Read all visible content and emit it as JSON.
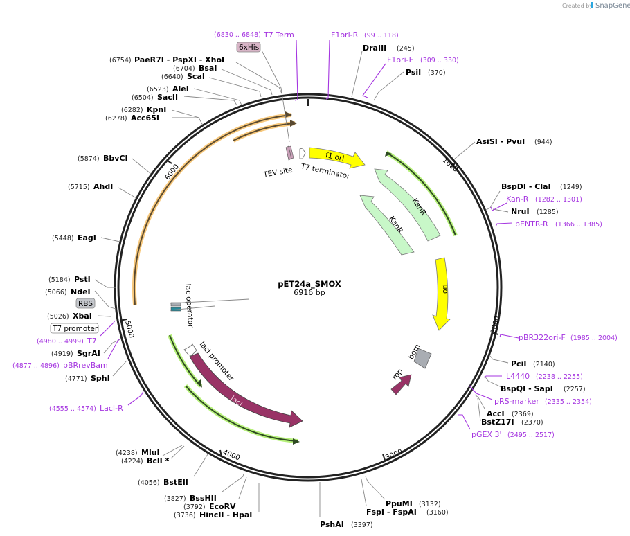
{
  "credit": {
    "prefix": "Created by",
    "brand": "SnapGene"
  },
  "plasmid": {
    "name": "pET24a_SMOX",
    "size": "6916 bp"
  },
  "ticks": [
    "1000",
    "2000",
    "3000",
    "4000",
    "5000",
    "6000"
  ],
  "enzymes": [
    {
      "name": "DraIII",
      "pos": "(245)"
    },
    {
      "name": "PsiI",
      "pos": "(370)"
    },
    {
      "name": "AsiSI   - PvuI",
      "pos": "(944)"
    },
    {
      "name": "BspDI   - ClaI",
      "pos": "(1249)"
    },
    {
      "name": "NruI",
      "pos": "(1285)"
    },
    {
      "name": "PciI",
      "pos": "(2140)"
    },
    {
      "name": "BspQI   - SapI",
      "pos": "(2257)"
    },
    {
      "name": "AccI",
      "pos": "(2369)"
    },
    {
      "name": "BstZ17I",
      "pos": "(2370)"
    },
    {
      "name": "PpuMI",
      "pos": "(3132)"
    },
    {
      "name": "FspI   - FspAI",
      "pos": "(3160)"
    },
    {
      "name": "PshAI",
      "pos": "(3397)"
    },
    {
      "name": "HincII   - HpaI",
      "pos": "(3736)"
    },
    {
      "name": "EcoRV",
      "pos": "(3792)"
    },
    {
      "name": "BssHII",
      "pos": "(3827)"
    },
    {
      "name": "BstEII",
      "pos": "(4056)"
    },
    {
      "name": "BclI *",
      "pos": "(4224)"
    },
    {
      "name": "MluI",
      "pos": "(4238)"
    },
    {
      "name": "SphI",
      "pos": "(4771)"
    },
    {
      "name": "SgrAI",
      "pos": "(4919)"
    },
    {
      "name": "XbaI",
      "pos": "(5026)"
    },
    {
      "name": "NdeI",
      "pos": "(5066)"
    },
    {
      "name": "PstI",
      "pos": "(5184)"
    },
    {
      "name": "EagI",
      "pos": "(5448)"
    },
    {
      "name": "AhdI",
      "pos": "(5715)"
    },
    {
      "name": "BbvCI",
      "pos": "(5874)"
    },
    {
      "name": "Acc65I",
      "pos": "(6278)"
    },
    {
      "name": "KpnI",
      "pos": "(6282)"
    },
    {
      "name": "SacII",
      "pos": "(6504)"
    },
    {
      "name": "AleI",
      "pos": "(6523)"
    },
    {
      "name": "ScaI",
      "pos": "(6640)"
    },
    {
      "name": "BsaI",
      "pos": "(6704)"
    },
    {
      "name": "PaeR7I   - PspXI   - XhoI",
      "pos": "(6754)"
    }
  ],
  "primers": [
    {
      "name": "F1ori-R",
      "range": "(99 .. 118)"
    },
    {
      "name": "F1ori-F",
      "range": "(309 .. 330)"
    },
    {
      "name": "Kan-R",
      "range": "(1282 .. 1301)"
    },
    {
      "name": "pENTR-R",
      "range": "(1366 .. 1385)"
    },
    {
      "name": "pBR322ori-F",
      "range": "(1985 .. 2004)"
    },
    {
      "name": "L4440",
      "range": "(2238 .. 2255)"
    },
    {
      "name": "pRS-marker",
      "range": "(2335 .. 2354)"
    },
    {
      "name": "pGEX 3'",
      "range": "(2495 .. 2517)"
    },
    {
      "name": "LacI-R",
      "range": "(4555 .. 4574)"
    },
    {
      "name": "pBRrevBam",
      "range": "(4877 .. 4896)"
    },
    {
      "name": "T7",
      "range": "(4980 .. 4999)"
    },
    {
      "name": "T7 Term",
      "range": "(6830 .. 6848)"
    }
  ],
  "boxed_labels": {
    "his": "6xHis",
    "rbs": "RBS",
    "t7promoter": "T7 promoter"
  },
  "features": {
    "f1ori": "f1 ori",
    "kanr1": "KanR",
    "kanr2": "KanR",
    "ori": "ori",
    "bom": "bom",
    "rop": "rop",
    "lacI": "lacI",
    "laciPromoter": "lacI promoter",
    "lacOperator": "lac operator",
    "tevSite": "TEV site",
    "t7terminator": "T7 terminator"
  },
  "colors": {
    "backbone": "#222222",
    "primer": "#a535e0",
    "f1ori": "#ffff00",
    "kanr": "#c8f7c8",
    "lacI": "#993366",
    "orf_orange": "#f7c87c",
    "orf_green": "#b6f07a",
    "bom": "#a9adb3",
    "lac_operator": "#2a8a9a"
  }
}
